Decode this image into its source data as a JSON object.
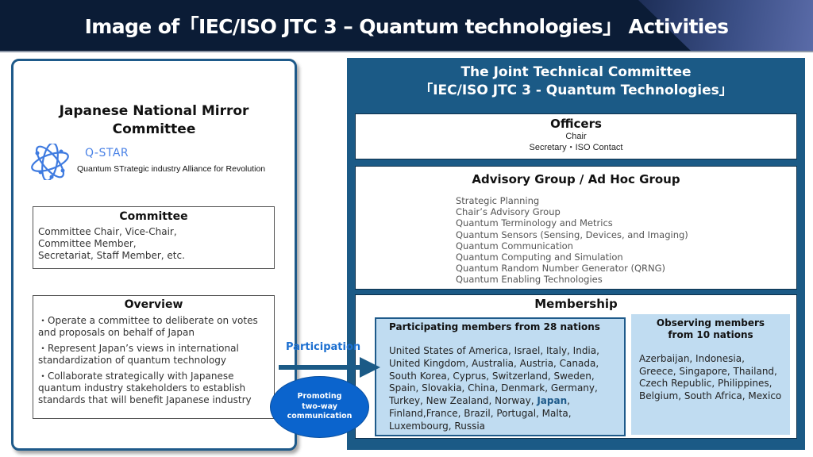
{
  "header": {
    "title": "Image of「IEC/ISO JTC 3 – Quantum technologies」 Activities",
    "colors": {
      "background": "#0b1c36",
      "text": "#ffffff"
    }
  },
  "left_panel": {
    "title_line1": "Japanese National Mirror",
    "title_line2": "Committee",
    "logo": {
      "icon": "atom-orbit-icon",
      "name": "Q-STAR",
      "tagline": "Quantum STrategic industry Alliance for Revolution"
    },
    "committee": {
      "title": "Committee",
      "lines": [
        "Committee Chair, Vice-Chair,",
        "Committee Member,",
        "Secretariat, Staff Member, etc."
      ]
    },
    "overview": {
      "title": "Overview",
      "bullets": [
        "・Operate a committee to deliberate on votes and proposals on behalf of Japan",
        "・Represent Japan’s views in international standardization of quantum technology",
        "・Collaborate strategically with Japanese quantum industry stakeholders to establish standards that will benefit Japanese industry"
      ]
    }
  },
  "connector": {
    "label": "Participation",
    "bubble_line1": "Promoting",
    "bubble_line2": "two-way",
    "bubble_line3": "communication",
    "colors": {
      "label": "#1c6fd0",
      "arrow": "#1b5a86",
      "bubble": "#0b64cd"
    }
  },
  "right_panel": {
    "title_line1": "The Joint Technical Committee",
    "title_line2": "「IEC/ISO JTC 3 - Quantum Technologies」",
    "colors": {
      "background": "#1b5a86",
      "member_box": "#c0dcf1"
    },
    "officers": {
      "title": "Officers",
      "roles": [
        "Chair",
        "Secretary・ISO Contact"
      ]
    },
    "advisory": {
      "title": "Advisory Group / Ad Hoc Group",
      "items": [
        "Strategic Planning",
        "Chair’s Advisory Group",
        "Quantum Terminology and Metrics",
        "Quantum Sensors (Sensing, Devices, and Imaging)",
        "Quantum Communication",
        "Quantum Computing and Simulation",
        "Quantum Random Number Generator (QRNG)",
        "Quantum Enabling Technologies"
      ]
    },
    "membership": {
      "title": "Membership",
      "participating": {
        "title": "Participating members from 28 nations",
        "before_highlight": "United States of America, Israel, Italy, India, United Kingdom, Australia, Austria, Canada, South Korea, Cyprus, Switzerland, Sweden, Spain, Slovakia, China, Denmark, Germany, Turkey, New Zealand, Norway, ",
        "highlight": "Japan",
        "after_highlight": ", Finland,France, Brazil, Portugal, Malta, Luxembourg, Russia"
      },
      "observing": {
        "title_line1": "Observing members",
        "title_line2": "from 10 nations",
        "list": "Azerbaijan, Indonesia, Greece, Singapore, Thailand, Czech Republic, Philippines, Belgium, South Africa, Mexico"
      }
    }
  }
}
